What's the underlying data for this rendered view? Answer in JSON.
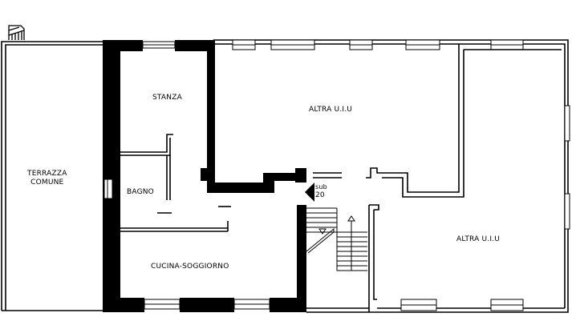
{
  "floor_plan": {
    "rooms": {
      "terrace_line1": "TERRAZZA",
      "terrace_line2": "COMUNE",
      "bedroom": "STANZA",
      "bathroom": "BAGNO",
      "kitchen_living": "CUCINA-SOGGIORNO",
      "other_unit_top": "ALTRA U.I.U",
      "other_unit_right": "ALTRA U.I.U"
    },
    "sub_marker": {
      "prefix": "sub",
      "number": "20"
    }
  },
  "colors": {
    "wall": "#000000",
    "line": "#000000",
    "background": "#ffffff"
  }
}
